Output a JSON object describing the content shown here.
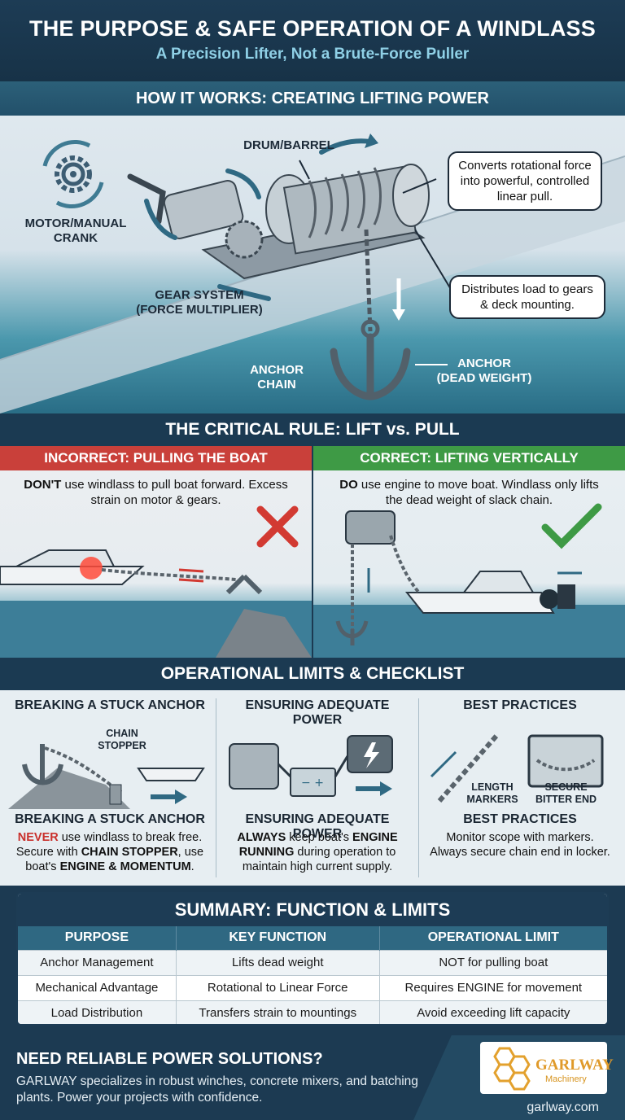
{
  "header": {
    "title": "THE PURPOSE & SAFE OPERATION OF A WINDLASS",
    "subtitle": "A Precision Lifter, Not a Brute-Force Puller"
  },
  "how_it_works": {
    "title": "HOW IT WORKS: CREATING LIFTING POWER",
    "labels": {
      "drum": "DRUM/BARREL",
      "motor_line1": "MOTOR/MANUAL",
      "motor_line2": "CRANK",
      "gear_line1": "GEAR SYSTEM",
      "gear_line2": "(FORCE MULTIPLIER)",
      "chain_line1": "ANCHOR",
      "chain_line2": "CHAIN",
      "anchor_line1": "ANCHOR",
      "anchor_line2": "(DEAD WEIGHT)"
    },
    "callout_top": "Converts rotational force into powerful, controlled linear pull.",
    "callout_bottom": "Distributes load to gears & deck mounting."
  },
  "critical_rule": {
    "title": "THE CRITICAL RULE: LIFT vs. PULL",
    "incorrect": {
      "heading": "INCORRECT: PULLING THE BOAT",
      "lead": "DON'T",
      "text": " use windlass to pull boat forward. Excess strain on motor & gears."
    },
    "correct": {
      "heading": "CORRECT: LIFTING VERTICALLY",
      "lead": "DO",
      "text": " use engine to move boat. Windlass only lifts the dead weight of slack chain."
    }
  },
  "operational": {
    "title": "OPERATIONAL LIMITS & CHECKLIST",
    "col1": {
      "heading": "BREAKING A STUCK ANCHOR",
      "img_label_line1": "CHAIN",
      "img_label_line2": "STOPPER",
      "subheading": "BREAKING A STUCK ANCHOR",
      "w1": "NEVER",
      "t1": " use windlass to break free. Secure with ",
      "w2": "CHAIN STOPPER",
      "t2": ", use boat's ",
      "w3": "ENGINE & MOMENTUM",
      "t3": "."
    },
    "col2": {
      "heading": "ENSURING ADEQUATE POWER",
      "subheading": "ENSURING ADEQUATE POWER",
      "w1": "ALWAYS",
      "t1": " keep boat's ",
      "w2": "ENGINE RUNNING",
      "t2": " during operation to maintain high current supply."
    },
    "col3": {
      "heading": "BEST PRACTICES",
      "lbl1_line1": "LENGTH",
      "lbl1_line2": "MARKERS",
      "lbl2_line1": "SECURE",
      "lbl2_line2": "BITTER END",
      "subheading": "BEST PRACTICES",
      "text": "Monitor scope with markers. Always secure chain end in locker."
    }
  },
  "summary": {
    "title": "SUMMARY: FUNCTION & LIMITS",
    "columns": [
      "PURPOSE",
      "KEY FUNCTION",
      "OPERATIONAL LIMIT"
    ],
    "rows": [
      [
        "Anchor Management",
        "Lifts dead weight",
        "NOT for pulling boat"
      ],
      [
        "Mechanical Advantage",
        "Rotational to Linear Force",
        "Requires ENGINE for movement"
      ],
      [
        "Load Distribution",
        "Transfers strain to mountings",
        "Avoid exceeding lift capacity"
      ]
    ]
  },
  "footer": {
    "heading": "NEED RELIABLE POWER SOLUTIONS?",
    "text": "GARLWAY specializes in robust winches, concrete mixers, and batching plants. Power your projects with confidence.",
    "logo_name": "GARLWAY",
    "logo_sub": "Machinery",
    "website": "garlway.com"
  },
  "colors": {
    "navy": "#1c3a52",
    "teal_bar": "#24506a",
    "incorrect_red": "#c9403a",
    "correct_green": "#3e9a45",
    "brand_orange": "#e09a2a"
  }
}
